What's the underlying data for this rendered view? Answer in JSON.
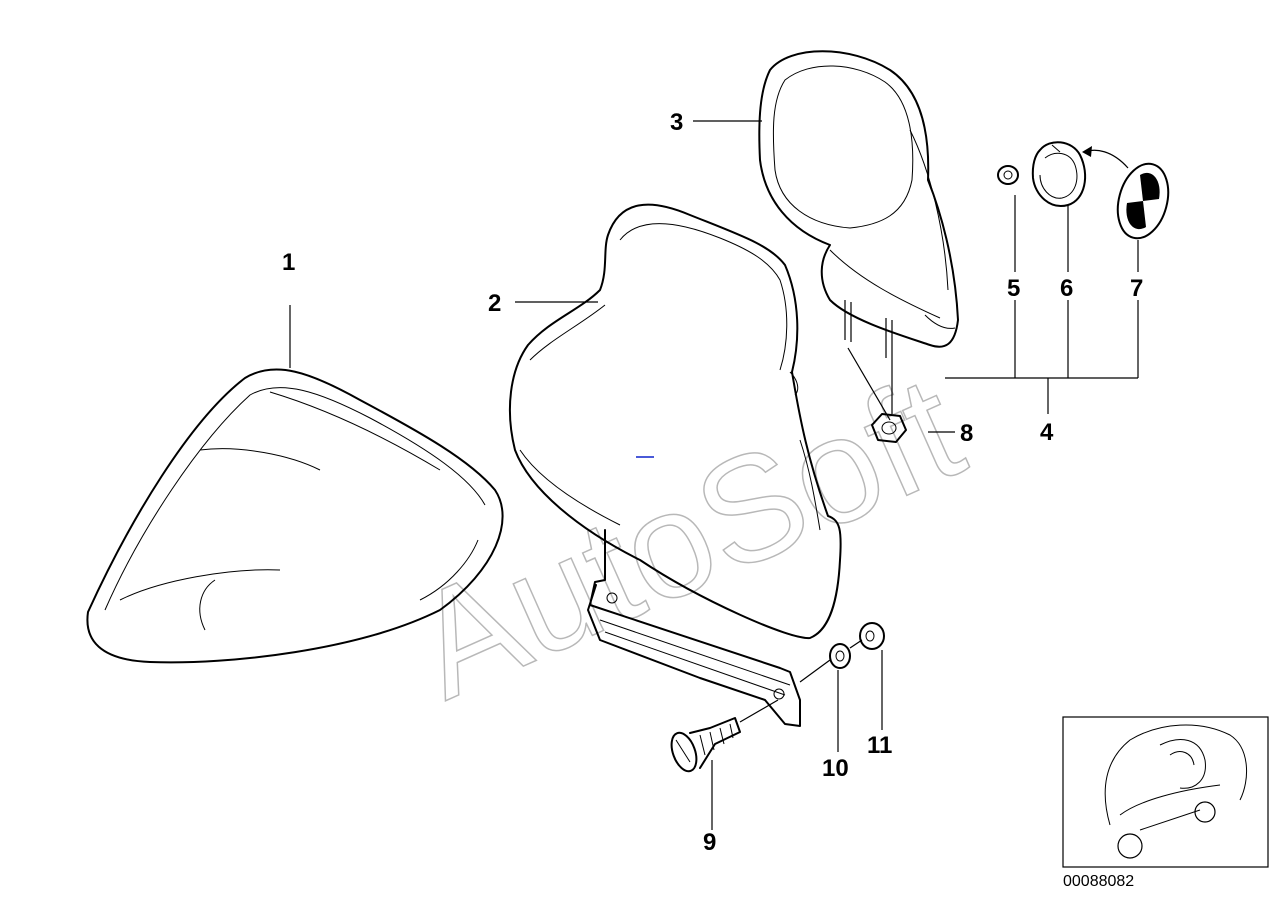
{
  "callouts": {
    "c1": "1",
    "c2": "2",
    "c3": "3",
    "c4": "4",
    "c5": "5",
    "c6": "6",
    "c7": "7",
    "c8": "8",
    "c9": "9",
    "c10": "10",
    "c11": "11"
  },
  "watermark": "AutoSoft",
  "document_number": "00088082"
}
